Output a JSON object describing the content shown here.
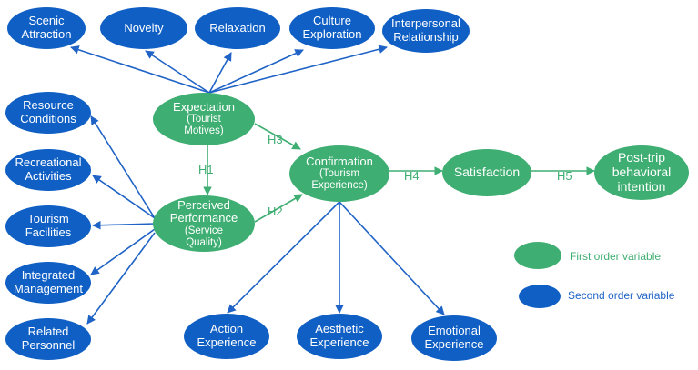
{
  "colors": {
    "second_order": "#0f5fc4",
    "first_order": "#3fae72",
    "edge_blue": "#1f63c6",
    "edge_green": "#3fae72"
  },
  "nodes": {
    "scenic": "Scenic Attraction",
    "novelty": "Novelty",
    "relaxation": "Relaxation",
    "culture": "Culture Exploration",
    "interpersonal": "Interpersonal Relationship",
    "expectation": {
      "main": "Expectation",
      "sub": "(Tourist Motives)"
    },
    "resource": "Resource Conditions",
    "recreational": "Recreational Activities",
    "facilities": "Tourism Facilities",
    "integrated": "Integrated Management",
    "personnel": "Related Personnel",
    "performance": {
      "main": "Perceived Performance",
      "sub": "(Service Quality)"
    },
    "confirmation": {
      "main": "Confirmation",
      "sub": "(Tourism Experience)"
    },
    "satisfaction": "Satisfaction",
    "posttrip": "Post-trip behavioral intention",
    "action": "Action Experience",
    "aesthetic": "Aesthetic Experience",
    "emotional": "Emotional Experience"
  },
  "hypotheses": {
    "h1": "H1",
    "h2": "H2",
    "h3": "H3",
    "h4": "H4",
    "h5": "H5"
  },
  "legend": {
    "first_order": "First order variable",
    "second_order": "Second order variable"
  }
}
